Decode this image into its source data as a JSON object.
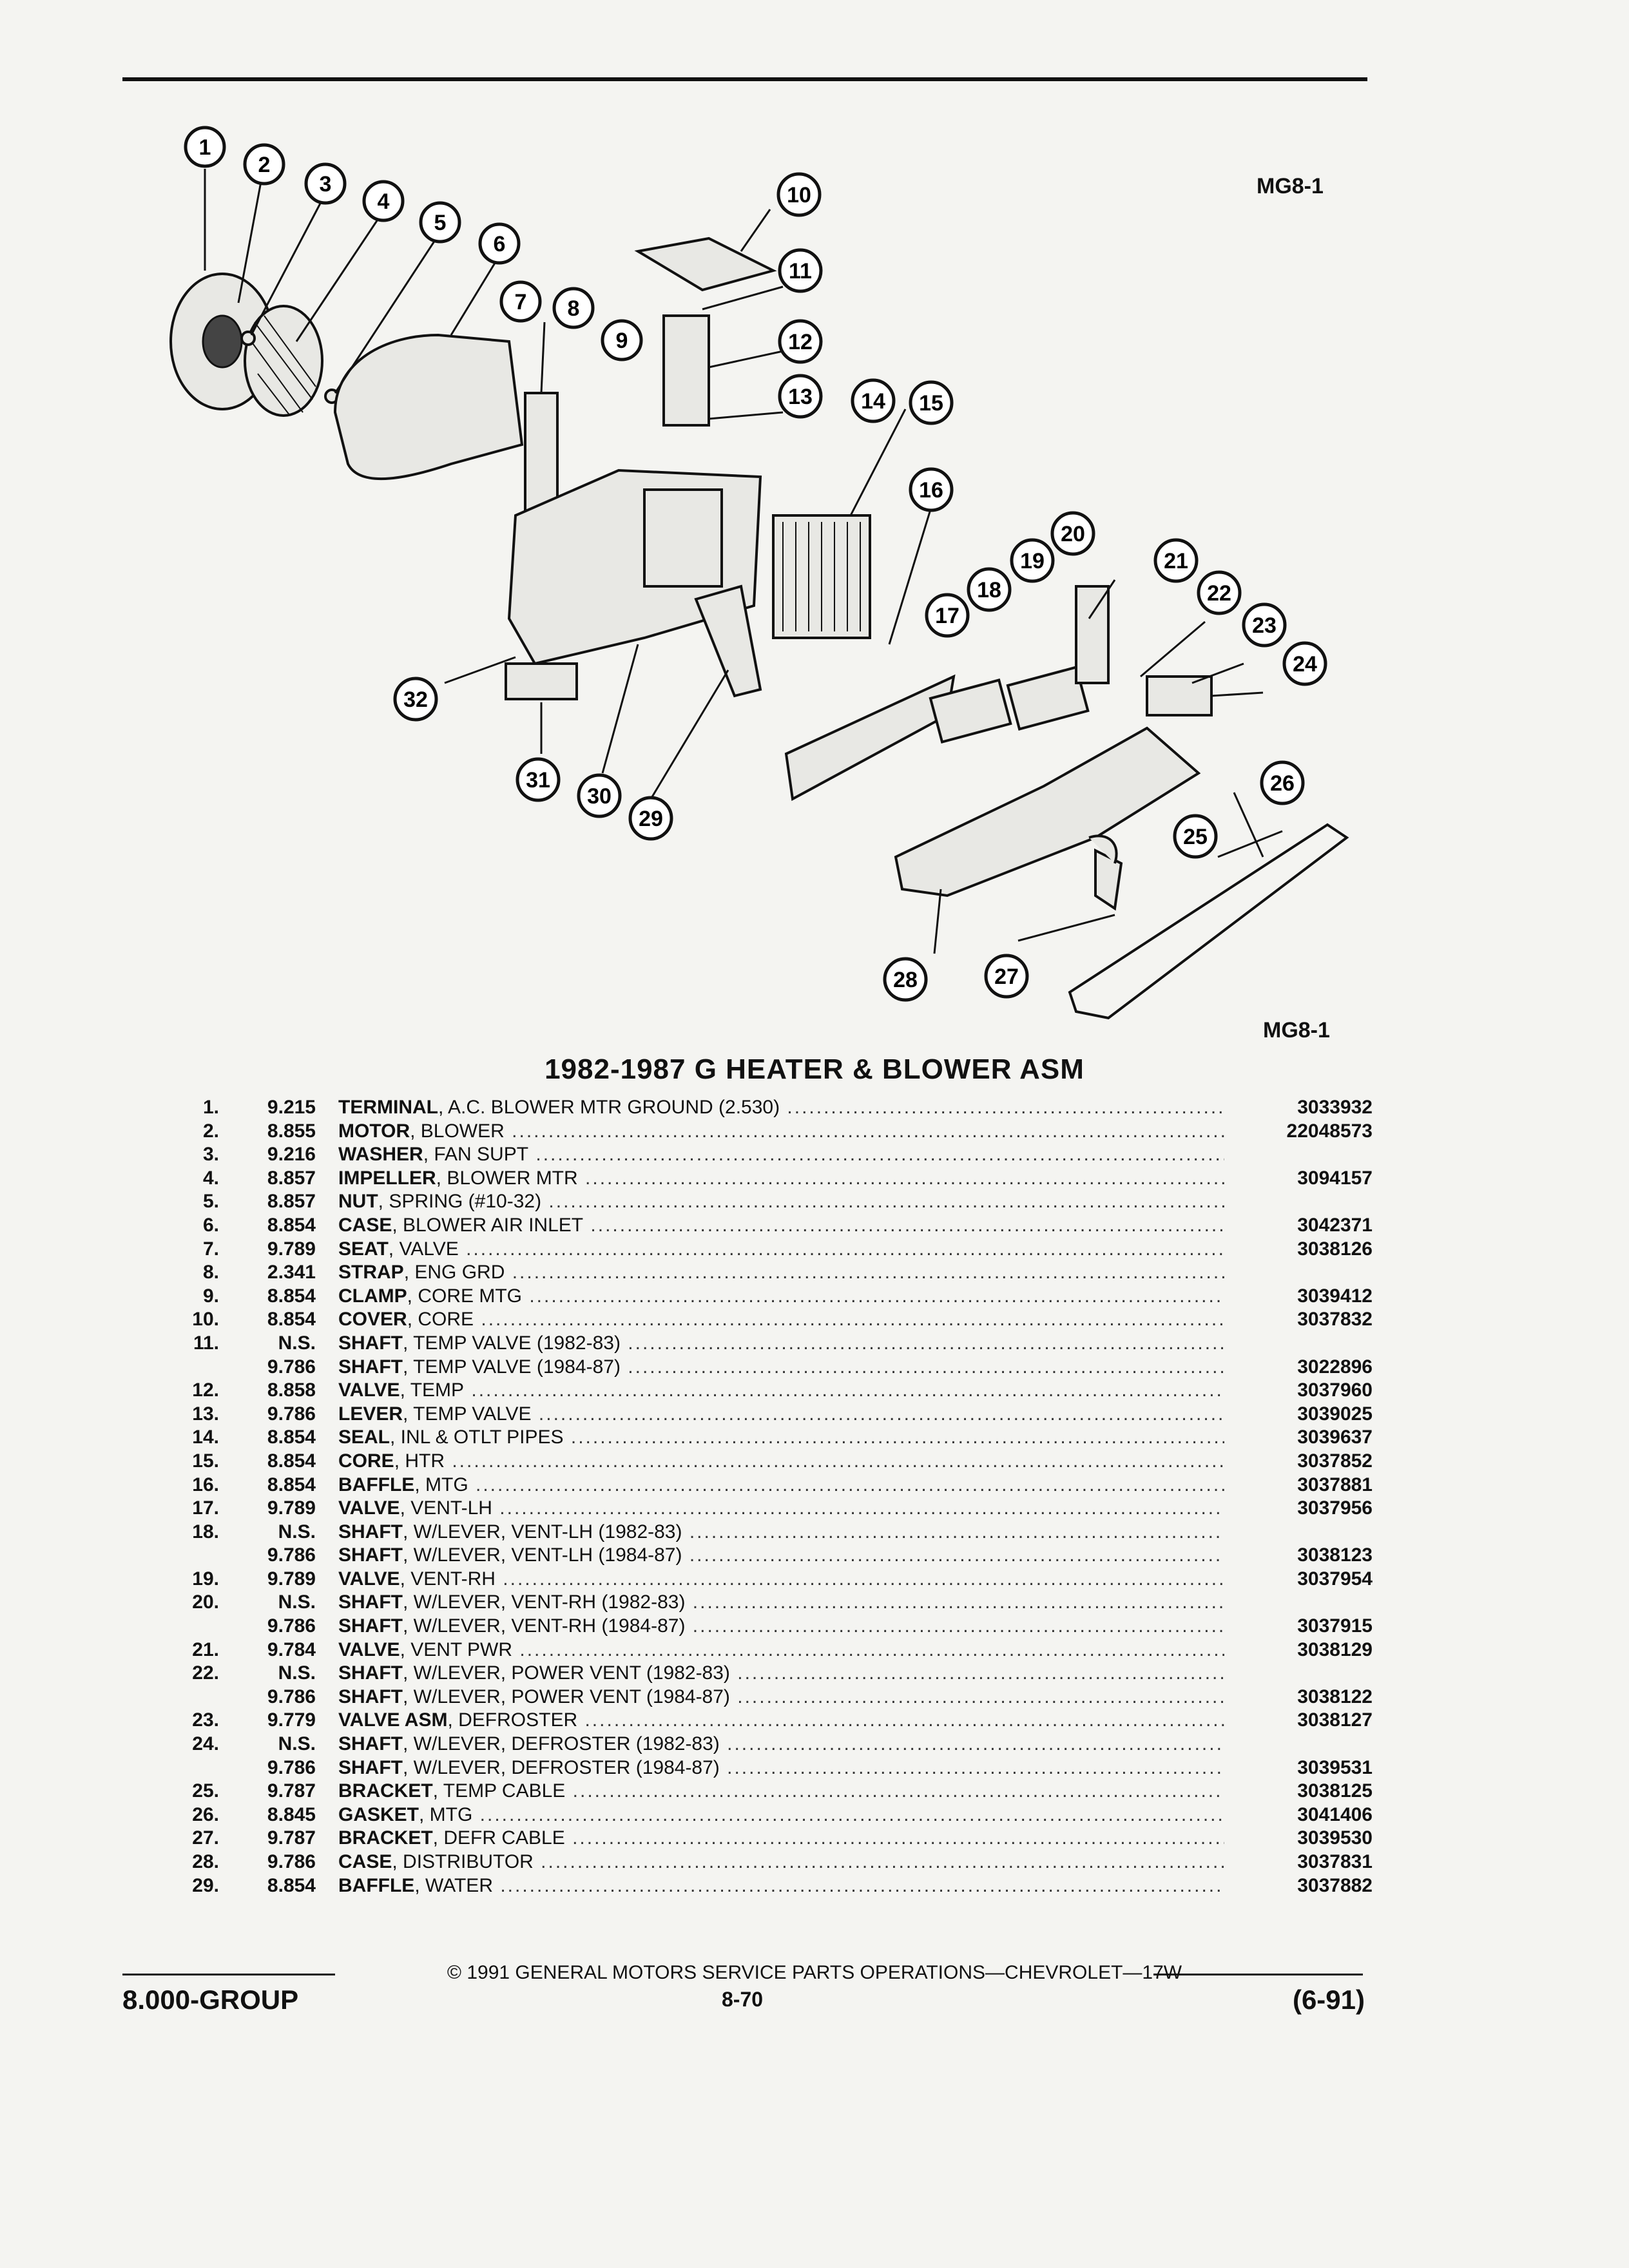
{
  "diagram": {
    "code_top": "MG8-1",
    "code_bottom": "MG8-1",
    "callouts": [
      "1",
      "2",
      "3",
      "4",
      "5",
      "6",
      "7",
      "8",
      "9",
      "10",
      "11",
      "12",
      "13",
      "14",
      "15",
      "16",
      "17",
      "18",
      "19",
      "20",
      "21",
      "22",
      "23",
      "24",
      "25",
      "26",
      "27",
      "28",
      "29",
      "30",
      "31",
      "32"
    ]
  },
  "section_title": "1982-1987 G HEATER & BLOWER ASM",
  "parts": [
    {
      "num": "1.",
      "grp": "9.215",
      "name": "TERMINAL",
      "desc": ", A.C. BLOWER MTR GROUND (2.530)",
      "pn": "3033932"
    },
    {
      "num": "2.",
      "grp": "8.855",
      "name": "MOTOR",
      "desc": ", BLOWER",
      "pn": "22048573"
    },
    {
      "num": "3.",
      "grp": "9.216",
      "name": "WASHER",
      "desc": ", FAN SUPT",
      "pn": ""
    },
    {
      "num": "4.",
      "grp": "8.857",
      "name": "IMPELLER",
      "desc": ", BLOWER MTR",
      "pn": "3094157"
    },
    {
      "num": "5.",
      "grp": "8.857",
      "name": "NUT",
      "desc": ", SPRING (#10-32)",
      "pn": ""
    },
    {
      "num": "6.",
      "grp": "8.854",
      "name": "CASE",
      "desc": ", BLOWER AIR INLET",
      "pn": "3042371"
    },
    {
      "num": "7.",
      "grp": "9.789",
      "name": "SEAT",
      "desc": ", VALVE",
      "pn": "3038126"
    },
    {
      "num": "8.",
      "grp": "2.341",
      "name": "STRAP",
      "desc": ", ENG GRD",
      "pn": ""
    },
    {
      "num": "9.",
      "grp": "8.854",
      "name": "CLAMP",
      "desc": ", CORE MTG",
      "pn": "3039412"
    },
    {
      "num": "10.",
      "grp": "8.854",
      "name": "COVER",
      "desc": ", CORE",
      "pn": "3037832"
    },
    {
      "num": "11.",
      "grp": "N.S.",
      "name": "SHAFT",
      "desc": ", TEMP VALVE (1982-83)",
      "pn": ""
    },
    {
      "num": "",
      "grp": "9.786",
      "name": "SHAFT",
      "desc": ", TEMP VALVE (1984-87)",
      "pn": "3022896"
    },
    {
      "num": "12.",
      "grp": "8.858",
      "name": "VALVE",
      "desc": ", TEMP",
      "pn": "3037960"
    },
    {
      "num": "13.",
      "grp": "9.786",
      "name": "LEVER",
      "desc": ", TEMP VALVE",
      "pn": "3039025"
    },
    {
      "num": "14.",
      "grp": "8.854",
      "name": "SEAL",
      "desc": ", INL & OTLT PIPES",
      "pn": "3039637"
    },
    {
      "num": "15.",
      "grp": "8.854",
      "name": "CORE",
      "desc": ", HTR",
      "pn": "3037852"
    },
    {
      "num": "16.",
      "grp": "8.854",
      "name": "BAFFLE",
      "desc": ", MTG",
      "pn": "3037881"
    },
    {
      "num": "17.",
      "grp": "9.789",
      "name": "VALVE",
      "desc": ", VENT-LH",
      "pn": "3037956"
    },
    {
      "num": "18.",
      "grp": "N.S.",
      "name": "SHAFT",
      "desc": ", W/LEVER, VENT-LH (1982-83)",
      "pn": ""
    },
    {
      "num": "",
      "grp": "9.786",
      "name": "SHAFT",
      "desc": ", W/LEVER, VENT-LH (1984-87)",
      "pn": "3038123"
    },
    {
      "num": "19.",
      "grp": "9.789",
      "name": "VALVE",
      "desc": ", VENT-RH",
      "pn": "3037954"
    },
    {
      "num": "20.",
      "grp": "N.S.",
      "name": "SHAFT",
      "desc": ", W/LEVER, VENT-RH (1982-83)",
      "pn": ""
    },
    {
      "num": "",
      "grp": "9.786",
      "name": "SHAFT",
      "desc": ", W/LEVER, VENT-RH (1984-87)",
      "pn": "3037915"
    },
    {
      "num": "21.",
      "grp": "9.784",
      "name": "VALVE",
      "desc": ", VENT PWR",
      "pn": "3038129"
    },
    {
      "num": "22.",
      "grp": "N.S.",
      "name": "SHAFT",
      "desc": ", W/LEVER, POWER VENT (1982-83)",
      "pn": ""
    },
    {
      "num": "",
      "grp": "9.786",
      "name": "SHAFT",
      "desc": ", W/LEVER, POWER VENT (1984-87)",
      "pn": "3038122"
    },
    {
      "num": "23.",
      "grp": "9.779",
      "name": "VALVE ASM",
      "desc": ", DEFROSTER",
      "pn": "3038127"
    },
    {
      "num": "24.",
      "grp": "N.S.",
      "name": "SHAFT",
      "desc": ", W/LEVER, DEFROSTER (1982-83)",
      "pn": ""
    },
    {
      "num": "",
      "grp": "9.786",
      "name": "SHAFT",
      "desc": ", W/LEVER, DEFROSTER (1984-87)",
      "pn": "3039531"
    },
    {
      "num": "25.",
      "grp": "9.787",
      "name": "BRACKET",
      "desc": ", TEMP CABLE",
      "pn": "3038125"
    },
    {
      "num": "26.",
      "grp": "8.845",
      "name": "GASKET",
      "desc": ", MTG",
      "pn": "3041406"
    },
    {
      "num": "27.",
      "grp": "9.787",
      "name": "BRACKET",
      "desc": ", DEFR CABLE",
      "pn": "3039530"
    },
    {
      "num": "28.",
      "grp": "9.786",
      "name": "CASE",
      "desc": ", DISTRIBUTOR",
      "pn": "3037831"
    },
    {
      "num": "29.",
      "grp": "8.854",
      "name": "BAFFLE",
      "desc": ", WATER",
      "pn": "3037882"
    }
  ],
  "footer": {
    "copyright": "© 1991 GENERAL MOTORS SERVICE PARTS OPERATIONS—CHEVROLET—17W",
    "group": "8.000-GROUP",
    "page": "8-70",
    "date": "(6-91)"
  }
}
